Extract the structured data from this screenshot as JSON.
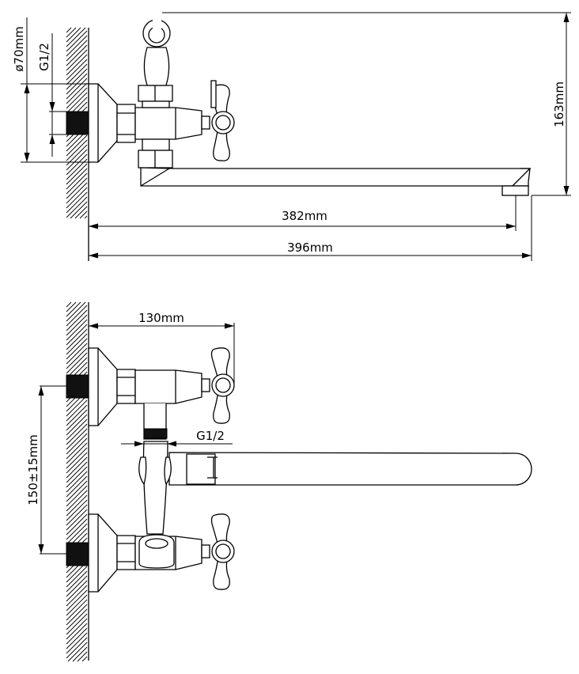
{
  "top_view": {
    "dim_height": "163mm",
    "dim_spout_reach": "382mm",
    "dim_total_length": "396mm",
    "dim_escutcheon_diameter": "ø70mm",
    "dim_thread": "G1/2"
  },
  "bottom_view": {
    "dim_depth": "130mm",
    "dim_outlet_thread": "G1/2",
    "dim_center_distance": "150±15mm"
  }
}
